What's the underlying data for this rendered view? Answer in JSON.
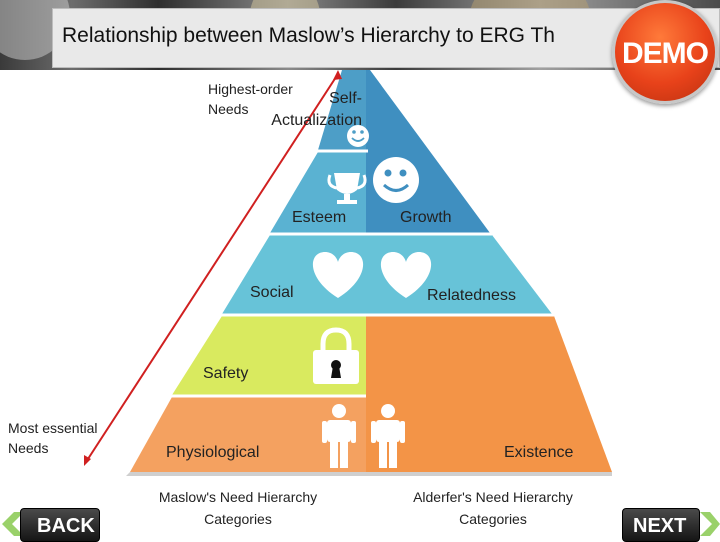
{
  "title": "Relationship between Maslow’s Hierarchy to ERG Th",
  "badge": "DEMO",
  "annotations": {
    "top": "Highest-order\nNeeds",
    "bottom": "Most essential\nNeeds"
  },
  "maslow": {
    "levels": [
      "Self-\nActualization",
      "Esteem",
      "Social",
      "Safety",
      "Physiological"
    ],
    "caption": "Maslow's Need Hierarchy\nCategories"
  },
  "erg": {
    "levels": [
      "Growth",
      "Relatedness",
      "Existence"
    ],
    "caption": "Alderfer's Need Hierarchy\nCategories"
  },
  "colors": {
    "self_actualization": "#4f9fc8",
    "esteem": "#5bb3d3",
    "growth": "#3f8fc0",
    "social": "#67c3d8",
    "safety": "#d9ea5f",
    "physiological": "#f4a160",
    "existence": "#f39447",
    "arrow": "#d02020"
  },
  "icons": [
    "smiley-icon",
    "trophy-icon",
    "heart-icon",
    "lock-icon",
    "person-icon"
  ],
  "nav": {
    "back": "BACK",
    "next": "NEXT"
  }
}
